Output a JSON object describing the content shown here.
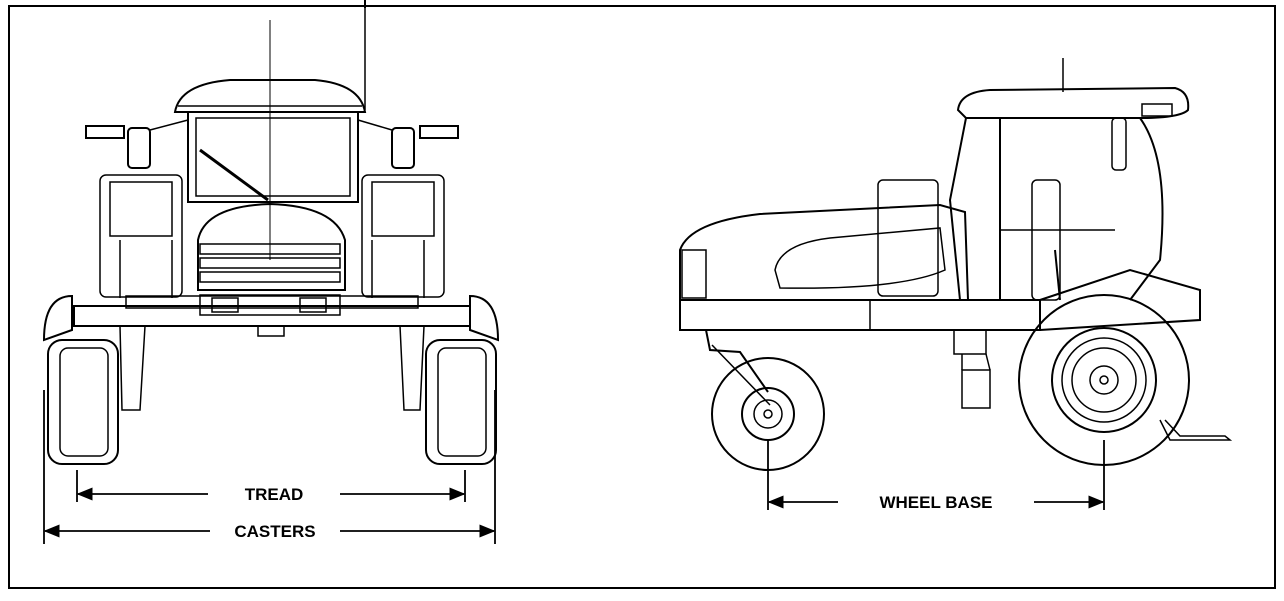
{
  "diagram": {
    "front_view": {
      "tread_label": "TREAD",
      "casters_label": "CASTERS"
    },
    "side_view": {
      "wheel_base_label": "WHEEL BASE"
    }
  }
}
